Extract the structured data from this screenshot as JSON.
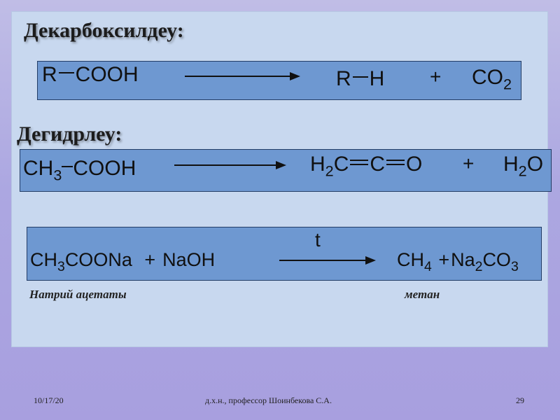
{
  "sections": {
    "decarboxylation": {
      "heading": "Декарбоксилдеу:",
      "reactant_r": "R",
      "reactant_group": "COOH",
      "product_r": "R",
      "product_h": "H",
      "plus": "+",
      "co": "CO",
      "co_sub": "2"
    },
    "dehydration": {
      "heading": "Дегидрлеу:",
      "ch": "CH",
      "ch_sub": "3",
      "cooh": "COOH",
      "h": "H",
      "h_sub": "2",
      "c1": "C",
      "c2": "C",
      "o": "O",
      "plus": "+",
      "h2o_h": "H",
      "h2o_sub": "2",
      "h2o_o": "O"
    },
    "decarb_salt": {
      "condition": "t",
      "ch": "CH",
      "ch_sub": "3",
      "coona": "COONa",
      "plus1": "+",
      "naoh": "NaOH",
      "ch4": "CH",
      "ch4_sub": "4",
      "plus2": "+",
      "na": "Na",
      "na_sub": "2",
      "co": "CO",
      "co_sub": "3"
    }
  },
  "captions": {
    "reactant": "Натрий  ацетаты",
    "product": "метан"
  },
  "footer": {
    "date": "10/17/20",
    "author": "д.х.н., профессор Шоинбекова С.А.",
    "page": "29"
  }
}
